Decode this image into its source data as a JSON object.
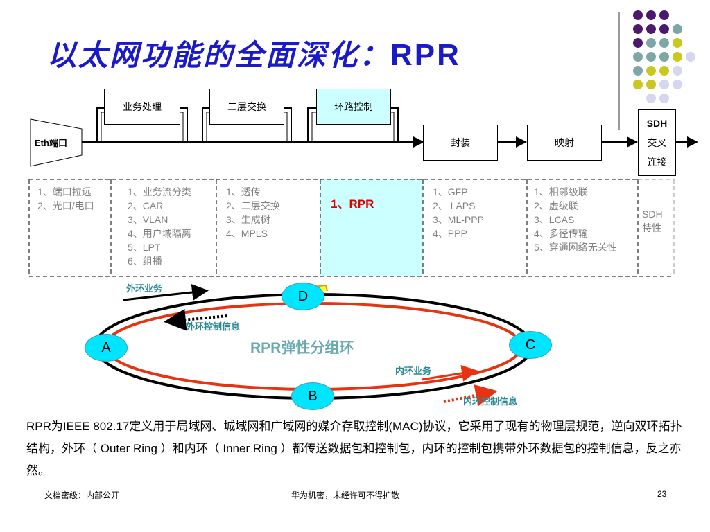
{
  "title": {
    "main": "以太网功能的全面深化：",
    "suffix": "RPR"
  },
  "boxes": {
    "service": "业务处理",
    "l2": "二层交换",
    "ring_ctrl": "环路控制",
    "encap": "封装",
    "mapping": "映射",
    "sdh_line1": "SDH",
    "sdh_line2": "交叉",
    "sdh_line3": "连接",
    "eth": "Eth端口"
  },
  "columns": {
    "c1": [
      "1、端口拉远",
      "2、光口/电口"
    ],
    "c2": [
      "1、业务流分类",
      "2、CAR",
      "3、VLAN",
      "4、用户域隔离",
      "5、LPT",
      "6、组播"
    ],
    "c3": [
      "1、透传",
      "2、二层交换",
      "3、生成树",
      "4、MPLS"
    ],
    "c4": [
      "1、RPR"
    ],
    "c5": [
      "1、GFP",
      "2、 LAPS",
      "3、ML-PPP",
      "4、PPP"
    ],
    "c6": [
      "1、相邻级联",
      "2、虚级联",
      "3、LCAS",
      "4、多径传输",
      "5、穿通网络无关性"
    ],
    "c7": [
      "SDH",
      "特性"
    ]
  },
  "ring": {
    "title": "RPR弹性分组环",
    "nodes": {
      "a": "A",
      "b": "B",
      "c": "C",
      "d": "D"
    },
    "outer_service": "外环业务",
    "outer_ctrl": "外环控制信息",
    "inner_service": "内环业务",
    "inner_ctrl": "内环控制信息"
  },
  "description": "RPR为IEEE 802.17定义用于局域网、城域网和广域网的媒介存取控制(MAC)协议，它采用了现有的物理层规范，逆向双环拓扑结构，外环（ Outer Ring ）和内环（ Inner Ring ）都传送数据包和控制包，内环的控制包携带外环数据包的控制信息，反之亦然。",
  "footer": {
    "left": "文档密级：内部公开",
    "center": "华为机密，未经许可不得扩散",
    "page": "23"
  },
  "colors": {
    "title": "#1a1ac8",
    "ring_outer": "#000000",
    "ring_inner": "#e63312",
    "node": "#00e5ff",
    "highlight": "#ccffff",
    "dot_purple": "#4b1a6e",
    "dot_teal": "#7fa6a6",
    "dot_yellow": "#c8c820",
    "dot_lavender": "#d6d6ee"
  }
}
